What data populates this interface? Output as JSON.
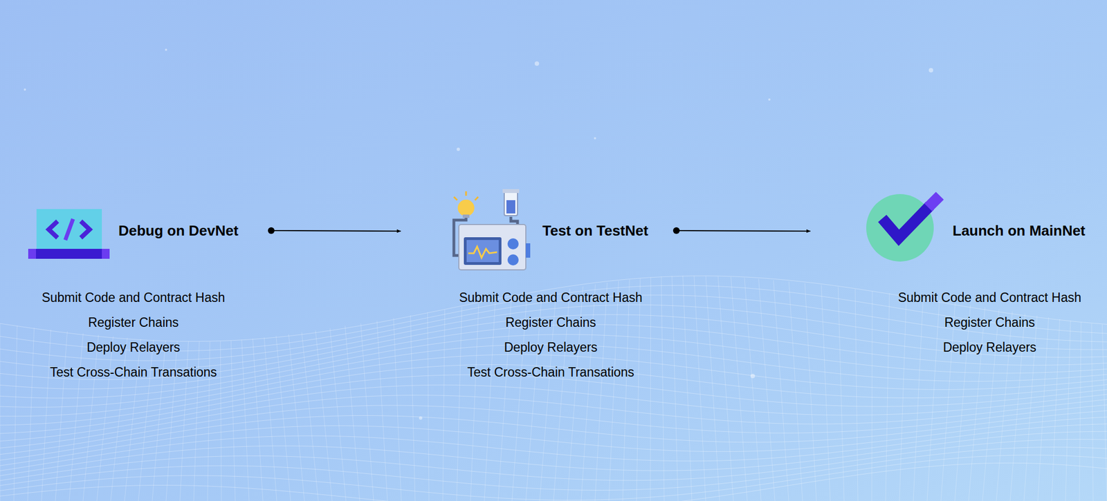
{
  "diagram": {
    "nodes": [
      {
        "text": [
          "Debug on DevNet",
          "Submit Code and Contract Hash",
          "Register Chains",
          "Deploy Relayers",
          "Test Cross-Chain Transations"
        ]
      },
      {
        "text": [
          "Test on TestNet",
          "Submit Code and Contract Hash",
          "Register Chains",
          "Deploy Relayers",
          "Test Cross-Chain Transations"
        ]
      },
      {
        "text": [
          "Launch on MainNet",
          "Submit Code and Contract Hash",
          "Register Chains",
          "Deploy Relayers"
        ]
      }
    ],
    "edges": [
      {
        "from": 0,
        "to": 1,
        "arrow": "to"
      },
      {
        "from": 1,
        "to": 2,
        "arrow": "to"
      }
    ]
  }
}
